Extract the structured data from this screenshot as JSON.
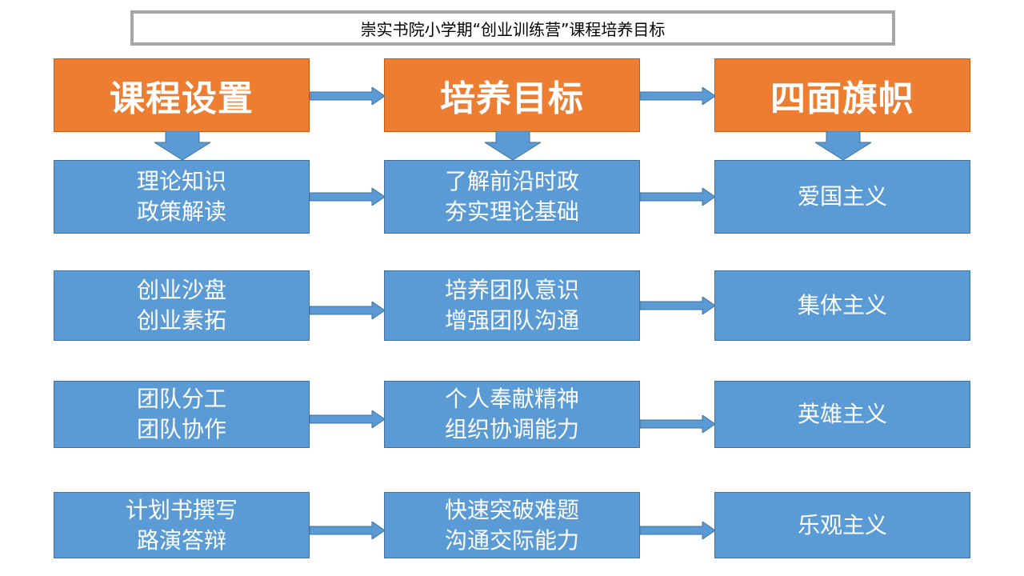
{
  "title": "崇实书院小学期“创业训练营”课程培养目标",
  "headers": [
    "课程设置",
    "培养目标",
    "四面旗帜"
  ],
  "rows": [
    {
      "course": [
        "理论知识",
        "政策解读"
      ],
      "goal": [
        "了解前沿时政",
        "夯实理论基础"
      ],
      "flag": "爱国主义"
    },
    {
      "course": [
        "创业沙盘",
        "创业素拓"
      ],
      "goal": [
        "培养团队意识",
        "增强团队沟通"
      ],
      "flag": "集体主义"
    },
    {
      "course": [
        "团队分工",
        "团队协作"
      ],
      "goal": [
        "个人奉献精神",
        "组织协调能力"
      ],
      "flag": "英雄主义"
    },
    {
      "course": [
        "计划书撰写",
        "路演答辩"
      ],
      "goal": [
        "快速突破难题",
        "沟通交际能力"
      ],
      "flag": "乐观主义"
    }
  ],
  "colors": {
    "header": "#ed7d31",
    "box": "#5b9bd5",
    "arrow": "#5b9bd5",
    "title_border": "#a6a6a6"
  }
}
